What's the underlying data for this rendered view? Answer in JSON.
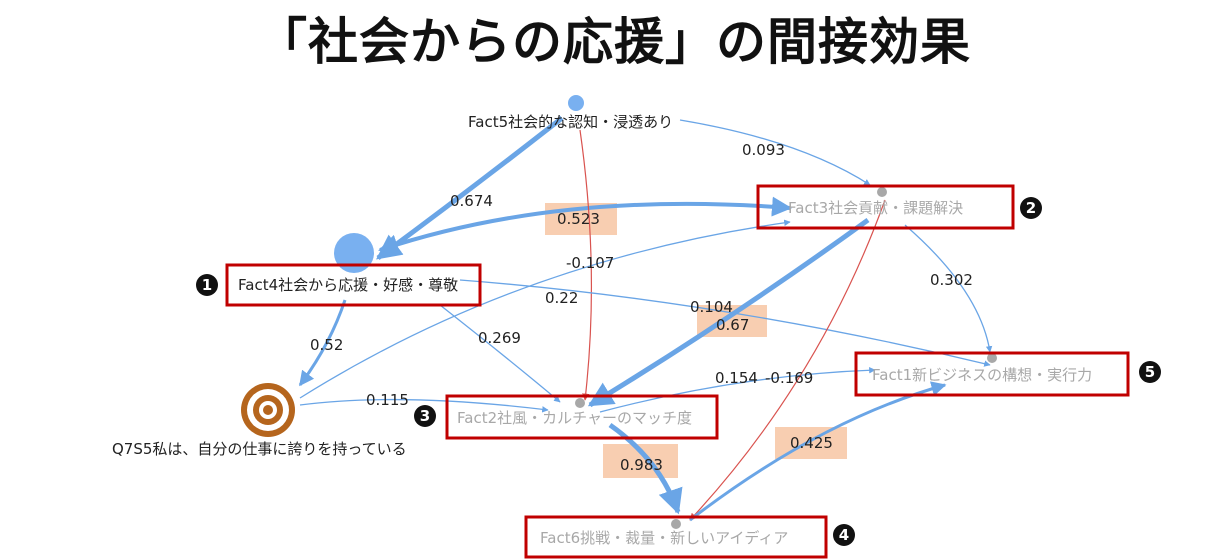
{
  "title": "「社会からの応援」の間接効果",
  "nodes": {
    "fact5": "Fact5社会的な認知・浸透あり",
    "fact4": "Fact4社会から応援・好感・尊敬",
    "fact3": "Fact3社会貢献・課題解決",
    "fact2": "Fact2社風・カルチャーのマッチ度",
    "fact1": "Fact1新ビジネスの構想・実行力",
    "fact6": "Fact6挑戦・裁量・新しいアイディア",
    "q7": "Q7S5私は、自分の仕事に誇りを持っている"
  },
  "edges": {
    "f5_f4": "0.674",
    "f4_f3": "0.523",
    "f5_f3": "0.093",
    "f5_f2": "-0.107",
    "q7_f3": "0.22",
    "f4_f1": "0.104",
    "f3_f2": "0.67",
    "f3_f1": "0.302",
    "f4_q7": "0.52",
    "f4_f2": "0.269",
    "q7_f2": "0.115",
    "f2_f1": "0.154",
    "f3_f6_label": "-0.169",
    "f2_f6": "0.983",
    "f6_f1": "0.425"
  },
  "badges": [
    "1",
    "2",
    "3",
    "4",
    "5"
  ],
  "colors": {
    "edge_blue": "#6aa5e6",
    "edge_red": "#d9534f",
    "box_red": "#c00000",
    "highlight": "#f7c6a3",
    "target_brown": "#b5651d",
    "node_blue": "#79b0f0"
  }
}
